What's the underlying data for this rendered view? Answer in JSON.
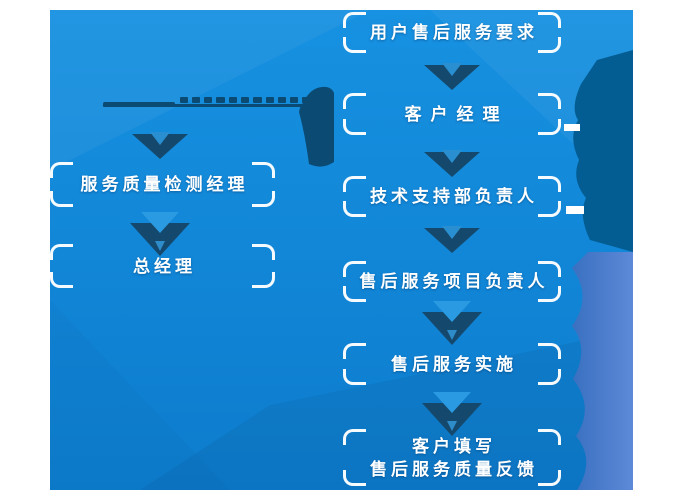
{
  "flow": {
    "main": [
      {
        "label": "用户售后服务要求"
      },
      {
        "label": "客户经理"
      },
      {
        "label": "技术支持部负责人"
      },
      {
        "label": "售后服务项目负责人"
      },
      {
        "label": "售后服务实施"
      },
      {
        "label": "客户填写",
        "label2": "售后服务质量反馈"
      }
    ],
    "side": [
      {
        "label": "服务质量检测经理"
      },
      {
        "label": "总经理"
      }
    ]
  },
  "colors": {
    "backdrop_top": "#1791e1",
    "backdrop_bottom": "#0d7ccd",
    "dark_swoosh": "#045d92",
    "ribbon_left": "#3a70c0",
    "ribbon_right": "#5d89d8",
    "arrow_dark": "#14496d",
    "arrow_light": "#2a9ae2",
    "bracket": "#ffffff",
    "text": "#ffffff",
    "remnant_dark": "#0a4a73"
  }
}
